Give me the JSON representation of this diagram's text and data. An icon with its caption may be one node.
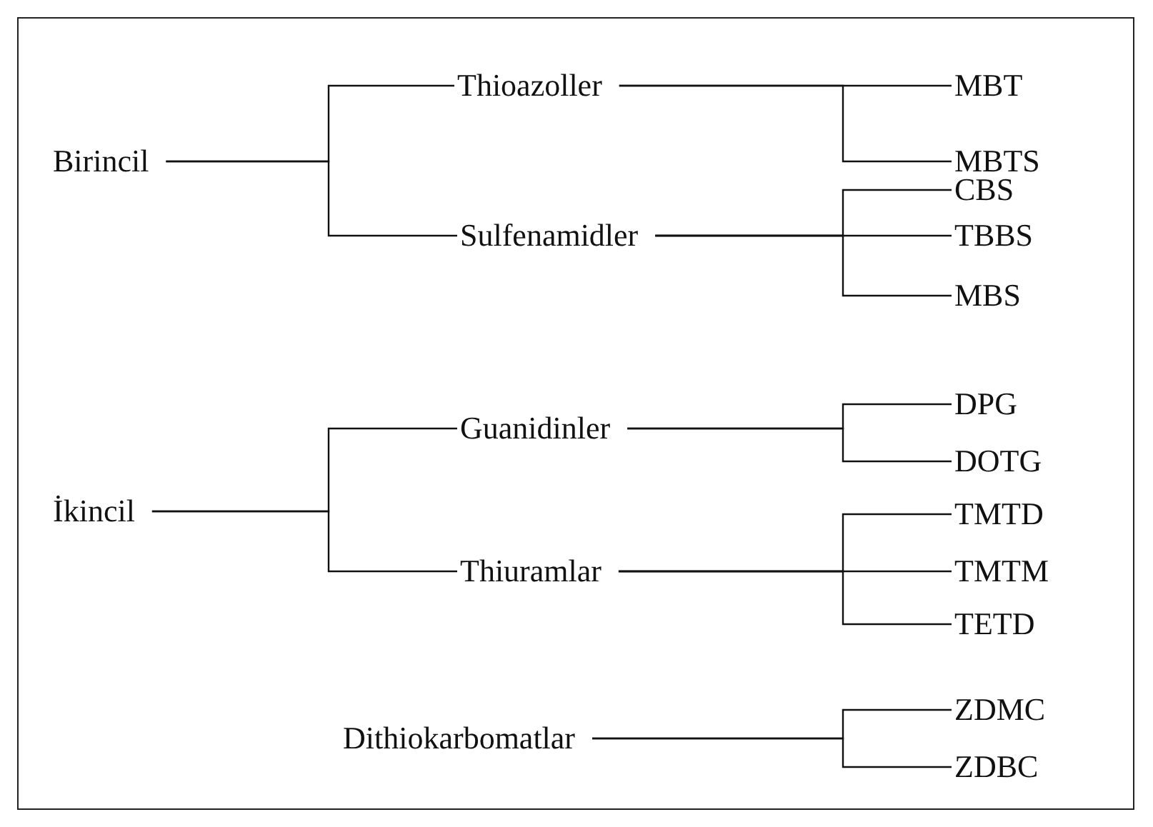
{
  "diagram": {
    "nodes": [
      {
        "text": [
          "Birincil"
        ]
      },
      {
        "text": [
          "Thioazoller"
        ]
      },
      {
        "text": [
          "Sulfenamidler"
        ]
      },
      {
        "text": [
          "MBT"
        ]
      },
      {
        "text": [
          "MBTS"
        ]
      },
      {
        "text": [
          "CBS"
        ]
      },
      {
        "text": [
          "TBBS"
        ]
      },
      {
        "text": [
          "MBS"
        ]
      },
      {
        "text": [
          "İkincil"
        ]
      },
      {
        "text": [
          "Guanidinler"
        ]
      },
      {
        "text": [
          "Thiuramlar"
        ]
      },
      {
        "text": [
          "DPG"
        ]
      },
      {
        "text": [
          "DOTG"
        ]
      },
      {
        "text": [
          "TMTD"
        ]
      },
      {
        "text": [
          "TMTM"
        ]
      },
      {
        "text": [
          "TETD"
        ]
      },
      {
        "text": [
          "Dithiokarbomatlar"
        ]
      },
      {
        "text": [
          "ZDMC"
        ]
      },
      {
        "text": [
          "ZDBC"
        ]
      }
    ],
    "edges": [
      {
        "from": 0,
        "to": 1,
        "arrow": "none"
      },
      {
        "from": 0,
        "to": 2,
        "arrow": "none"
      },
      {
        "from": 1,
        "to": 3,
        "arrow": "none"
      },
      {
        "from": 1,
        "to": 4,
        "arrow": "none"
      },
      {
        "from": 2,
        "to": 5,
        "arrow": "none"
      },
      {
        "from": 2,
        "to": 6,
        "arrow": "none"
      },
      {
        "from": 2,
        "to": 7,
        "arrow": "none"
      },
      {
        "from": 8,
        "to": 9,
        "arrow": "none"
      },
      {
        "from": 8,
        "to": 10,
        "arrow": "none"
      },
      {
        "from": 9,
        "to": 11,
        "arrow": "none"
      },
      {
        "from": 9,
        "to": 12,
        "arrow": "none"
      },
      {
        "from": 10,
        "to": 13,
        "arrow": "none"
      },
      {
        "from": 10,
        "to": 14,
        "arrow": "none"
      },
      {
        "from": 10,
        "to": 15,
        "arrow": "none"
      },
      {
        "from": 16,
        "to": 17,
        "arrow": "none"
      },
      {
        "from": 16,
        "to": 18,
        "arrow": "none"
      }
    ]
  }
}
